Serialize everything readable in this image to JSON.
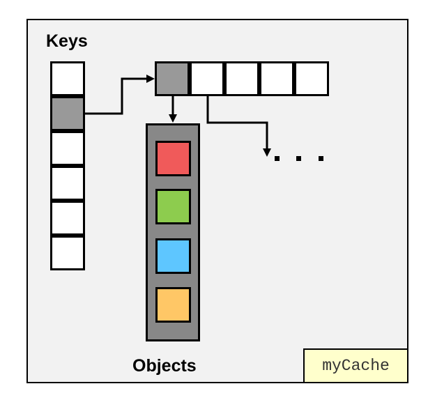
{
  "labels": {
    "keys": "Keys",
    "objects": "Objects",
    "cache": "myCache"
  },
  "colors": {
    "object_red": "#f05a5a",
    "object_green": "#8dcc4e",
    "object_blue": "#5ec6ff",
    "object_orange": "#ffc766",
    "active_cell": "#999999",
    "container": "#888888",
    "cache_tag_bg": "#ffffcc"
  }
}
